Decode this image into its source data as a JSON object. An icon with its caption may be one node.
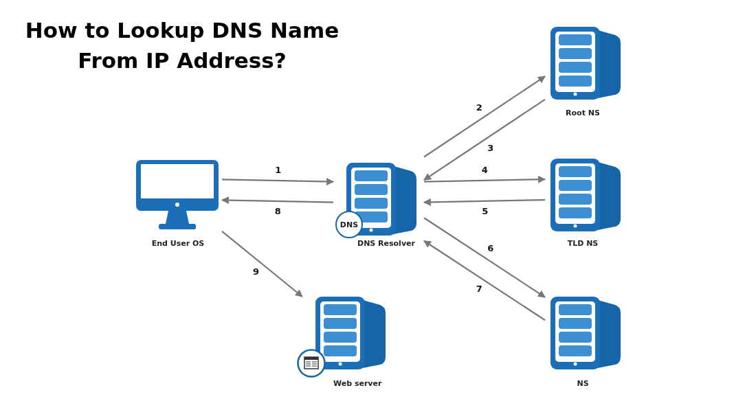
{
  "diagram": {
    "title": "How to Lookup DNS Name From IP Address?",
    "nodes": [
      {
        "text": [
          "End User OS"
        ]
      },
      {
        "text": [
          "DNS Resolver"
        ]
      },
      {
        "text": [
          "Root NS"
        ]
      },
      {
        "text": [
          "TLD NS"
        ]
      },
      {
        "text": [
          "Web server"
        ]
      },
      {
        "text": [
          "NS"
        ]
      }
    ],
    "edges": [
      {
        "from": 0,
        "to": 1,
        "arrow": "to",
        "label": "1"
      },
      {
        "from": 1,
        "to": 2,
        "arrow": "to",
        "label": "2"
      },
      {
        "from": 2,
        "to": 1,
        "arrow": "to",
        "label": "3"
      },
      {
        "from": 1,
        "to": 3,
        "arrow": "to",
        "label": "4"
      },
      {
        "from": 3,
        "to": 1,
        "arrow": "to",
        "label": "5"
      },
      {
        "from": 1,
        "to": 5,
        "arrow": "to",
        "label": "6"
      },
      {
        "from": 5,
        "to": 1,
        "arrow": "to",
        "label": "7"
      },
      {
        "from": 1,
        "to": 0,
        "arrow": "to",
        "label": "8"
      },
      {
        "from": 0,
        "to": 4,
        "arrow": "to",
        "label": "9"
      }
    ],
    "labels": [
      "DNS"
    ]
  }
}
